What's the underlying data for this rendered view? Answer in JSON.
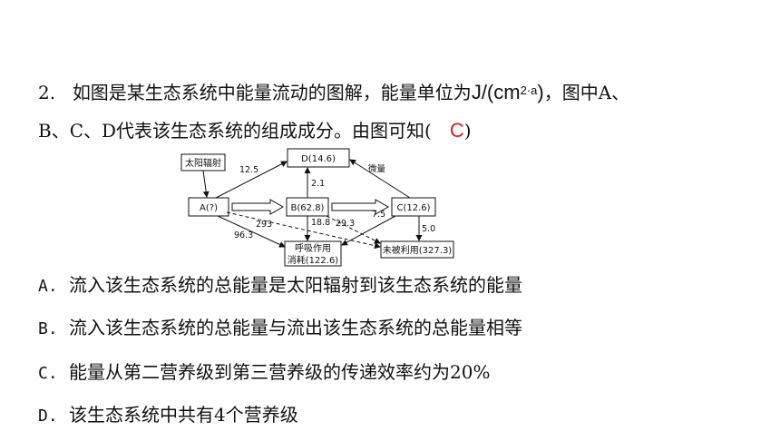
{
  "question": {
    "number": "2.",
    "text_part1": "如图是某生态系统中能量流动的图解，能量单位为",
    "unit_base": "J/(cm",
    "unit_sup": "2·a",
    "unit_close": ")",
    "text_part2": "，图中A、",
    "line2_text": "B、C、D代表该生态系统的组成成分。由图可知(",
    "answer": "C",
    "line2_close": ")"
  },
  "diagram": {
    "sun_box": "太阳辐射",
    "node_a": "A(?)",
    "node_b": "B(62.8)",
    "node_c": "C(12.6)",
    "node_d": "D(14.6)",
    "resp_line1": "呼吸作用",
    "resp_line2": "消耗(122.6)",
    "unused": "未被利用(327.3)",
    "trace_label": "微量",
    "val_a_to_d": "12.5",
    "val_b_to_d": "2.1",
    "val_a_resp": "96.3",
    "val_a_unused": "293",
    "val_b_resp": "18.8",
    "val_b_unused": "29.3",
    "val_c_resp": "7.5",
    "val_c_unused": "5.0"
  },
  "options": [
    {
      "letter": "A.",
      "text": "流入该生态系统的总能量是太阳辐射到该生态系统的能量"
    },
    {
      "letter": "B.",
      "text": "流入该生态系统的总能量与流出该生态系统的总能量相等"
    },
    {
      "letter": "C.",
      "text": "能量从第二营养级到第三营养级的传递效率约为20%"
    },
    {
      "letter": "D.",
      "text": "该生态系统中共有4个营养级"
    }
  ]
}
